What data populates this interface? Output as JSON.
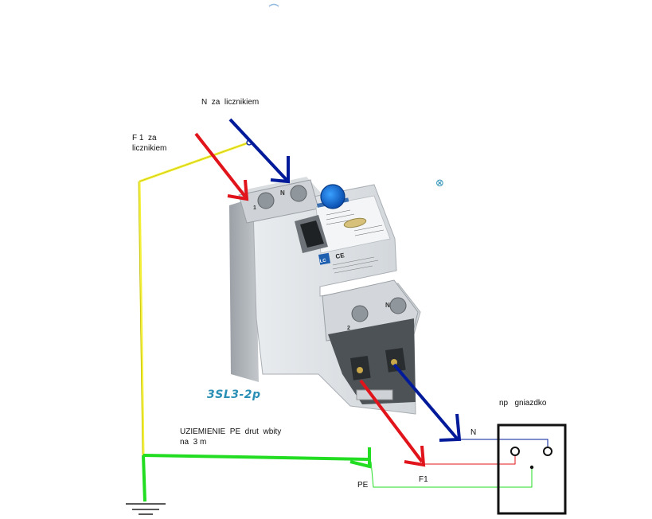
{
  "labels": {
    "n_za_licznikiem": "N  za  licznikiem",
    "f1_za_line1": "F 1  za",
    "f1_za_line2": "licznikiem",
    "uziemienie_line1": "UZIEMIENIE  PE  drut  wbity",
    "uziemienie_line2": "na  3 m",
    "np_gniazdko": "np   gniazdko",
    "n_small": "N",
    "f1_small": "F1",
    "pe_small": "PE",
    "model": "3SL3-2p"
  },
  "device": {
    "terminal_top_left": "1",
    "terminal_top_right": "N",
    "terminal_bottom_left": "2",
    "terminal_bottom_right": "N",
    "logo": "LC",
    "ce_mark": "CE"
  },
  "colors": {
    "phase": "#e0141a",
    "neutral": "#001a99",
    "earth": "#22dd22",
    "phase_in": "#f4f03a",
    "brand": "#2a8fb5"
  }
}
